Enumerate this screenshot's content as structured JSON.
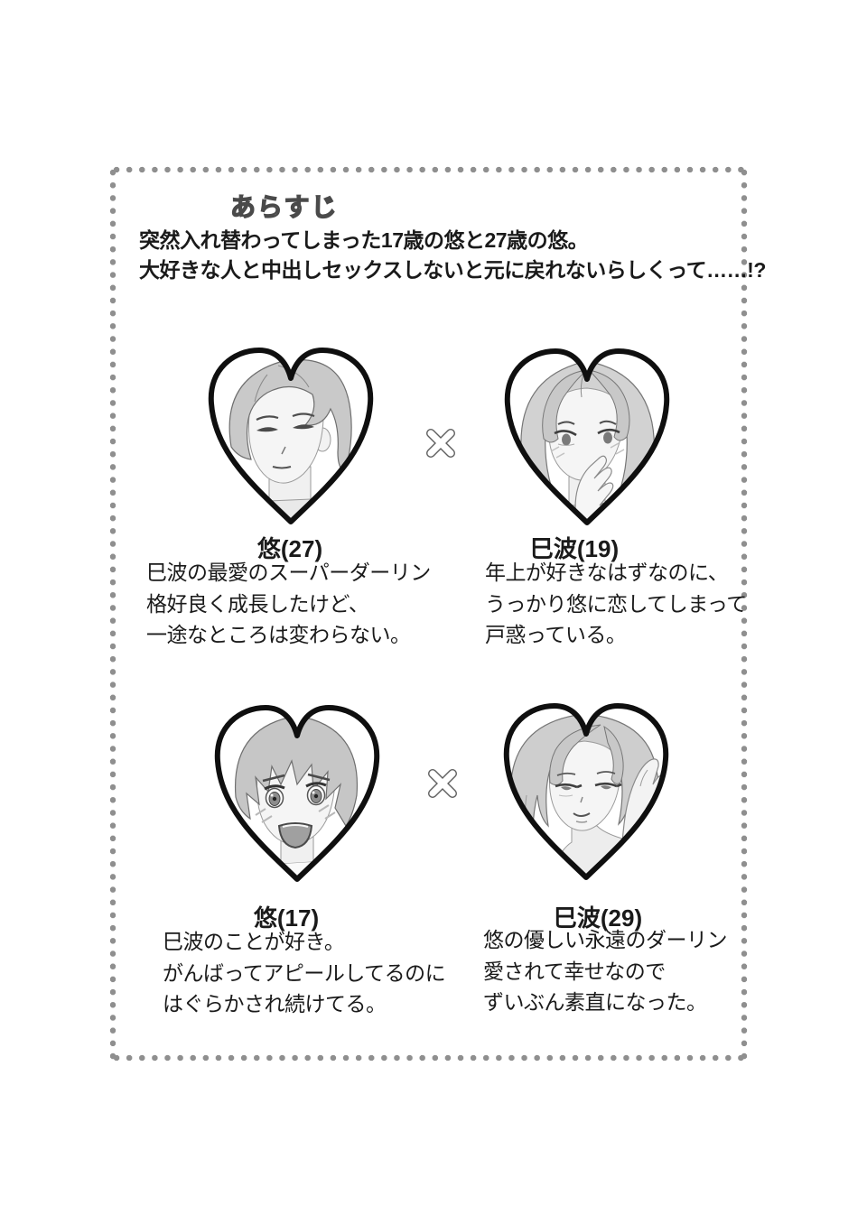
{
  "header": {
    "title": "あらすじ",
    "synopsis_lines": [
      "突然入れ替わってしまった17歳の悠と27歳の悠。",
      "大好きな人と中出しセックスしないと元に戻れないらしくって……!?"
    ]
  },
  "separator_symbol": "×",
  "characters": [
    {
      "name": "悠(27)",
      "portrait_icon": "yuu-27-heart-portrait",
      "desc_lines": [
        "巳波の最愛のスーパーダーリン",
        "格好良く成長したけど、",
        "一途なところは変わらない。"
      ]
    },
    {
      "name": "巳波(19)",
      "portrait_icon": "minami-19-heart-portrait",
      "desc_lines": [
        "年上が好きなはずなのに、",
        "うっかり悠に恋してしまって",
        "戸惑っている。"
      ]
    },
    {
      "name": "悠(17)",
      "portrait_icon": "yuu-17-heart-portrait",
      "desc_lines": [
        "巳波のことが好き。",
        "がんばってアピールしてるのに",
        "はぐらかされ続けてる。"
      ]
    },
    {
      "name": "巳波(29)",
      "portrait_icon": "minami-29-heart-portrait",
      "desc_lines": [
        "悠の優しい永遠のダーリン",
        "愛されて幸せなので",
        "ずいぶん素直になった。"
      ]
    }
  ],
  "colors": {
    "background": "#ffffff",
    "border_dot": "#8f8f8f",
    "text_ink": "#1a1a1a",
    "heart_outline": "#0f0f0f",
    "hair_gray": "#c9c9c9",
    "skin_gray": "#f5f5f5"
  }
}
